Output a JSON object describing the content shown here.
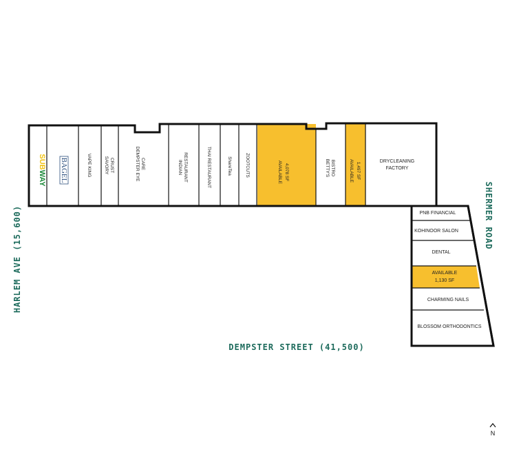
{
  "colors": {
    "outline": "#111111",
    "available_fill": "#f7bf2e",
    "street_text": "#1d6b5c",
    "subway_green": "#1c8a3a",
    "subway_yellow": "#f2c313",
    "bagel_blue": "#2a4d7c"
  },
  "logos": {
    "subway": "SUBWAY",
    "bagel": "BAGEL"
  },
  "north_strip": {
    "units": [
      {
        "id": "subway",
        "lines": [],
        "available": false
      },
      {
        "id": "bagel",
        "lines": [],
        "available": false
      },
      {
        "id": "vape-king",
        "lines": [
          "VAPE KING"
        ],
        "available": false
      },
      {
        "id": "savory-crust",
        "lines": [
          "SAVORY",
          "CRUST"
        ],
        "available": false
      },
      {
        "id": "dempster-eye-care",
        "lines": [
          "DEMPSTER EYE",
          "CARE"
        ],
        "available": false
      },
      {
        "id": "indian-restaurant",
        "lines": [
          "INDIAN",
          "RESTAURANT"
        ],
        "available": false
      },
      {
        "id": "thai-restaurant",
        "lines": [
          "THAI RESTAURANT"
        ],
        "available": false
      },
      {
        "id": "sharetea",
        "lines": [
          "ShareTea"
        ],
        "available": false
      },
      {
        "id": "zoo-cuts",
        "lines": [
          "ZOOTCUTS"
        ],
        "available": false
      },
      {
        "id": "available-4078",
        "lines": [
          "AVAILABLE",
          "4,078 SF"
        ],
        "available": true
      },
      {
        "id": "bettys-bistro",
        "lines": [
          "BETTY'S",
          "BISTRO"
        ],
        "available": false
      },
      {
        "id": "available-1497",
        "lines": [
          "AVAILABLE",
          "1,497 SF"
        ],
        "available": true
      },
      {
        "id": "drycleaning-factory",
        "lines": [
          "DRYCLEANING",
          "FACTORY"
        ],
        "available": false
      }
    ]
  },
  "east_wing": {
    "units": [
      {
        "id": "pnb-financial",
        "lines": [
          "PNB FINANCIAL"
        ],
        "available": false
      },
      {
        "id": "kohinoor-salon",
        "lines": [
          "KOHINOOR SALON"
        ],
        "available": false
      },
      {
        "id": "dental",
        "lines": [
          "DENTAL"
        ],
        "available": false
      },
      {
        "id": "available-1130",
        "lines": [
          "AVAILABLE",
          "1,130 SF"
        ],
        "available": true
      },
      {
        "id": "charming-nails",
        "lines": [
          "CHARMING NAILS"
        ],
        "available": false
      },
      {
        "id": "blossom-orthodontics",
        "lines": [
          "BLOSSOM ORTHODONTICS"
        ],
        "available": false
      }
    ]
  },
  "streets": {
    "harlem": "HARLEM AVE (15,600)",
    "dempster": "DEMPSTER STREET (41,500)",
    "shermer": "SHERMER ROAD"
  },
  "north_arrow": {
    "label": "N"
  }
}
